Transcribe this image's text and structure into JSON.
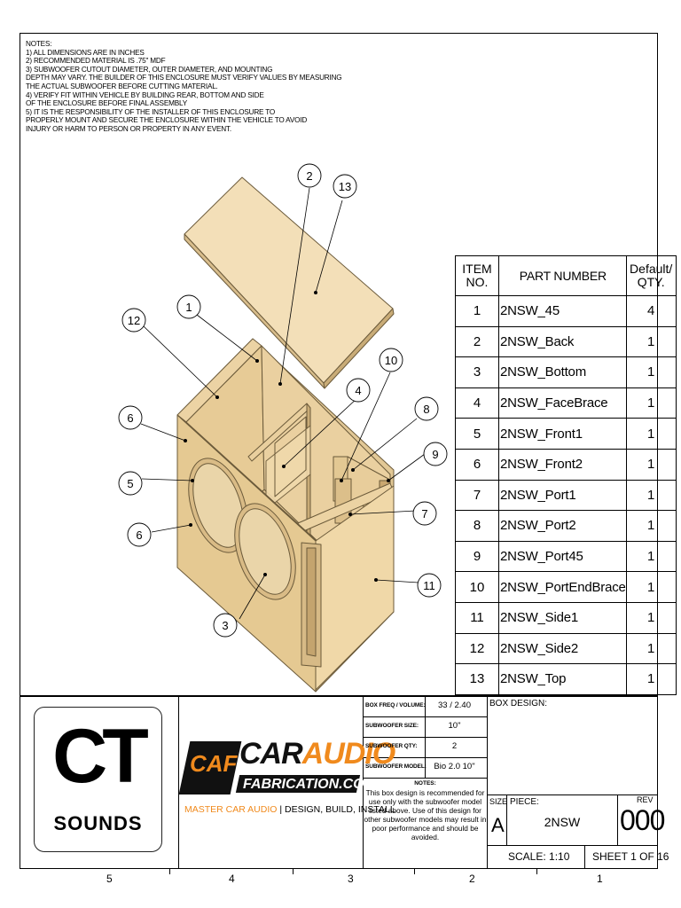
{
  "notes": [
    "NOTES:",
    "1) ALL DIMENSIONS ARE IN INCHES",
    "2) RECOMMENDED MATERIAL IS .75\" MDF",
    "3) SUBWOOFER CUTOUT DIAMETER, OUTER DIAMETER, AND MOUNTING",
    "DEPTH MAY VARY. THE BUILDER OF THIS ENCLOSURE MUST VERIFY VALUES BY MEASURING",
    "THE ACTUAL SUBWOOFER BEFORE CUTTING MATERIAL.",
    "4) VERIFY FIT WITHIN VEHICLE BY BUILDING REAR, BOTTOM AND SIDE",
    "OF THE ENCLOSURE BEFORE FINAL ASSEMBLY",
    "5) IT IS THE RESPONSIBILITY OF THE INSTALLER OF THIS ENCLOSURE TO",
    "PROPERLY MOUNT AND SECURE THE ENCLOSURE WITHIN THE VEHICLE TO AVOID",
    "INJURY OR HARM TO PERSON OR PROPERTY IN ANY EVENT."
  ],
  "balloons": [
    "1",
    "2",
    "3",
    "4",
    "5",
    "6",
    "6",
    "7",
    "8",
    "9",
    "10",
    "11",
    "12",
    "13"
  ],
  "bom": {
    "headers": {
      "item": [
        "ITEM",
        "NO."
      ],
      "part": "PART NUMBER",
      "qty": [
        "Default/",
        "QTY."
      ]
    },
    "rows": [
      {
        "item": "1",
        "part": "2NSW_45",
        "qty": "4"
      },
      {
        "item": "2",
        "part": "2NSW_Back",
        "qty": "1"
      },
      {
        "item": "3",
        "part": "2NSW_Bottom",
        "qty": "1"
      },
      {
        "item": "4",
        "part": "2NSW_FaceBrace",
        "qty": "1"
      },
      {
        "item": "5",
        "part": "2NSW_Front1",
        "qty": "1"
      },
      {
        "item": "6",
        "part": "2NSW_Front2",
        "qty": "1"
      },
      {
        "item": "7",
        "part": "2NSW_Port1",
        "qty": "1"
      },
      {
        "item": "8",
        "part": "2NSW_Port2",
        "qty": "1"
      },
      {
        "item": "9",
        "part": "2NSW_Port45",
        "qty": "1"
      },
      {
        "item": "10",
        "part": "2NSW_PortEndBrace",
        "qty": "1"
      },
      {
        "item": "11",
        "part": "2NSW_Side1",
        "qty": "1"
      },
      {
        "item": "12",
        "part": "2NSW_Side2",
        "qty": "1"
      },
      {
        "item": "13",
        "part": "2NSW_Top",
        "qty": "1"
      }
    ]
  },
  "logos": {
    "ct_big": "CT",
    "ct_small": "SOUNDS",
    "cf_letters": "CAF",
    "car": "CAR",
    "audio": "AUDIO",
    "fabrication": "FABRICATION.COM",
    "tagline_orange": "MASTER CAR AUDIO",
    "tagline_dark": " | DESIGN, BUILD, INSTALL"
  },
  "titleblock": {
    "box_freq_label": "BOX FREQ / VOLUME:",
    "box_freq_value": "33 / 2.40",
    "sub_size_label": "SUBWOOFER SIZE:",
    "sub_size_value": "10\"",
    "sub_qty_label": "SUBWOOFER QTY:",
    "sub_qty_value": "2",
    "sub_model_label": "SUBWOOFER MODEL:",
    "sub_model_value": "Bio 2.0 10\"",
    "notes_label": "NOTES:",
    "notes_text": [
      "This box design is recommended for",
      "use only with the subwoofer model",
      "listed above. Use of this design for",
      "other subwoofer models may result in",
      "poor performance and should be",
      "avoided."
    ],
    "box_design_label": "BOX DESIGN:",
    "size_label": "SIZE",
    "size_value": "A",
    "piece_label": "PIECE:",
    "piece_value": "2NSW",
    "rev_label": "REV",
    "rev_value": "000",
    "scale": "SCALE: 1:10",
    "sheet": "SHEET 1 OF 16"
  },
  "zones": [
    "5",
    "4",
    "3",
    "2",
    "1"
  ]
}
